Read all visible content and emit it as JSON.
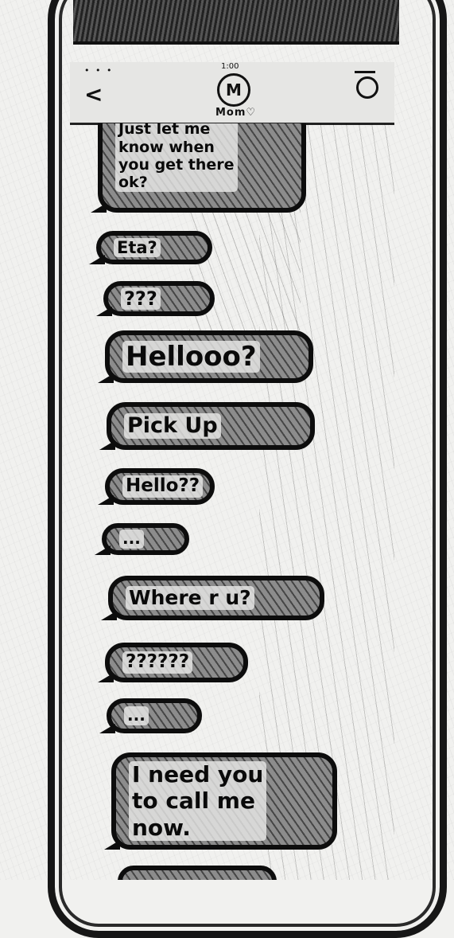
{
  "header": {
    "status_dots": "• • •",
    "time": "1:00",
    "back_icon": "back-chevron-icon",
    "avatar_letter": "M",
    "contact_name": "Mom♡",
    "camera_icon": "camera-icon"
  },
  "messages": [
    {
      "text": "Just let me\nknow when\nyou get there\nok?"
    },
    {
      "text": "Eta?"
    },
    {
      "text": "???"
    },
    {
      "text": "Hellooo?"
    },
    {
      "text": "Pick Up"
    },
    {
      "text": "Hello??"
    },
    {
      "text": "..."
    },
    {
      "text": "Where r u?"
    },
    {
      "text": "??????"
    },
    {
      "text": "..."
    },
    {
      "text": "I need you\nto call me\nnow."
    }
  ],
  "colors": {
    "ink": "#0d0d0d",
    "paper": "#f1f1ef",
    "bubble_fill": "#8c8c8c"
  }
}
